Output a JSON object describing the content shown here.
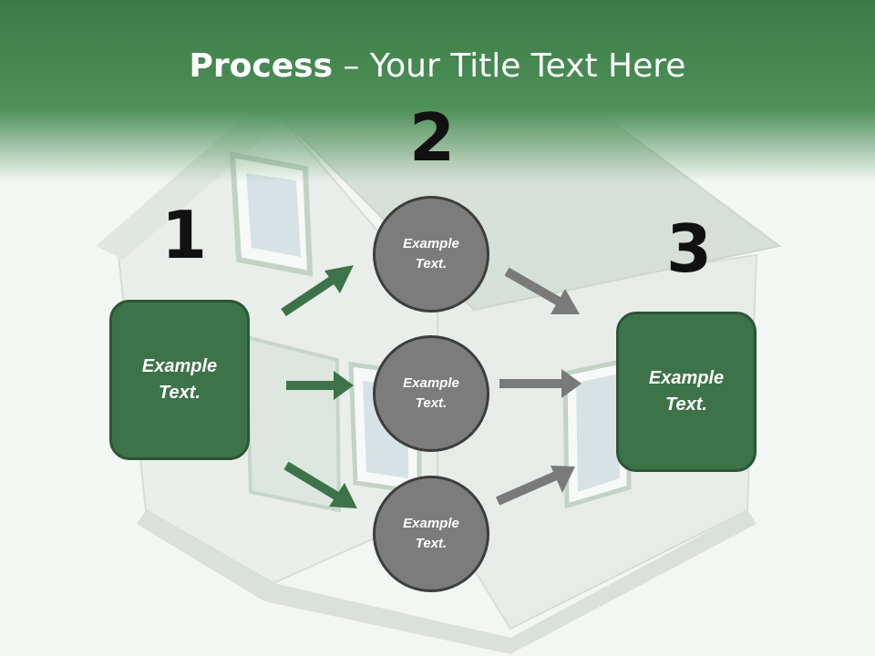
{
  "title": {
    "bold": "Process",
    "rest": " – Your Title Text Here"
  },
  "steps": {
    "one": "1",
    "two": "2",
    "three": "3"
  },
  "left_box": {
    "text": "Example Text."
  },
  "right_box": {
    "text": "Example Text."
  },
  "circles": [
    {
      "text": "Example Text."
    },
    {
      "text": "Example Text."
    },
    {
      "text": "Example Text."
    }
  ],
  "colors": {
    "header_green": "#3b7a47",
    "box_green": "#3d7348",
    "circle_gray": "#7c7c7c",
    "arrow_green": "#3d7348",
    "arrow_gray": "#7a7a7a"
  }
}
